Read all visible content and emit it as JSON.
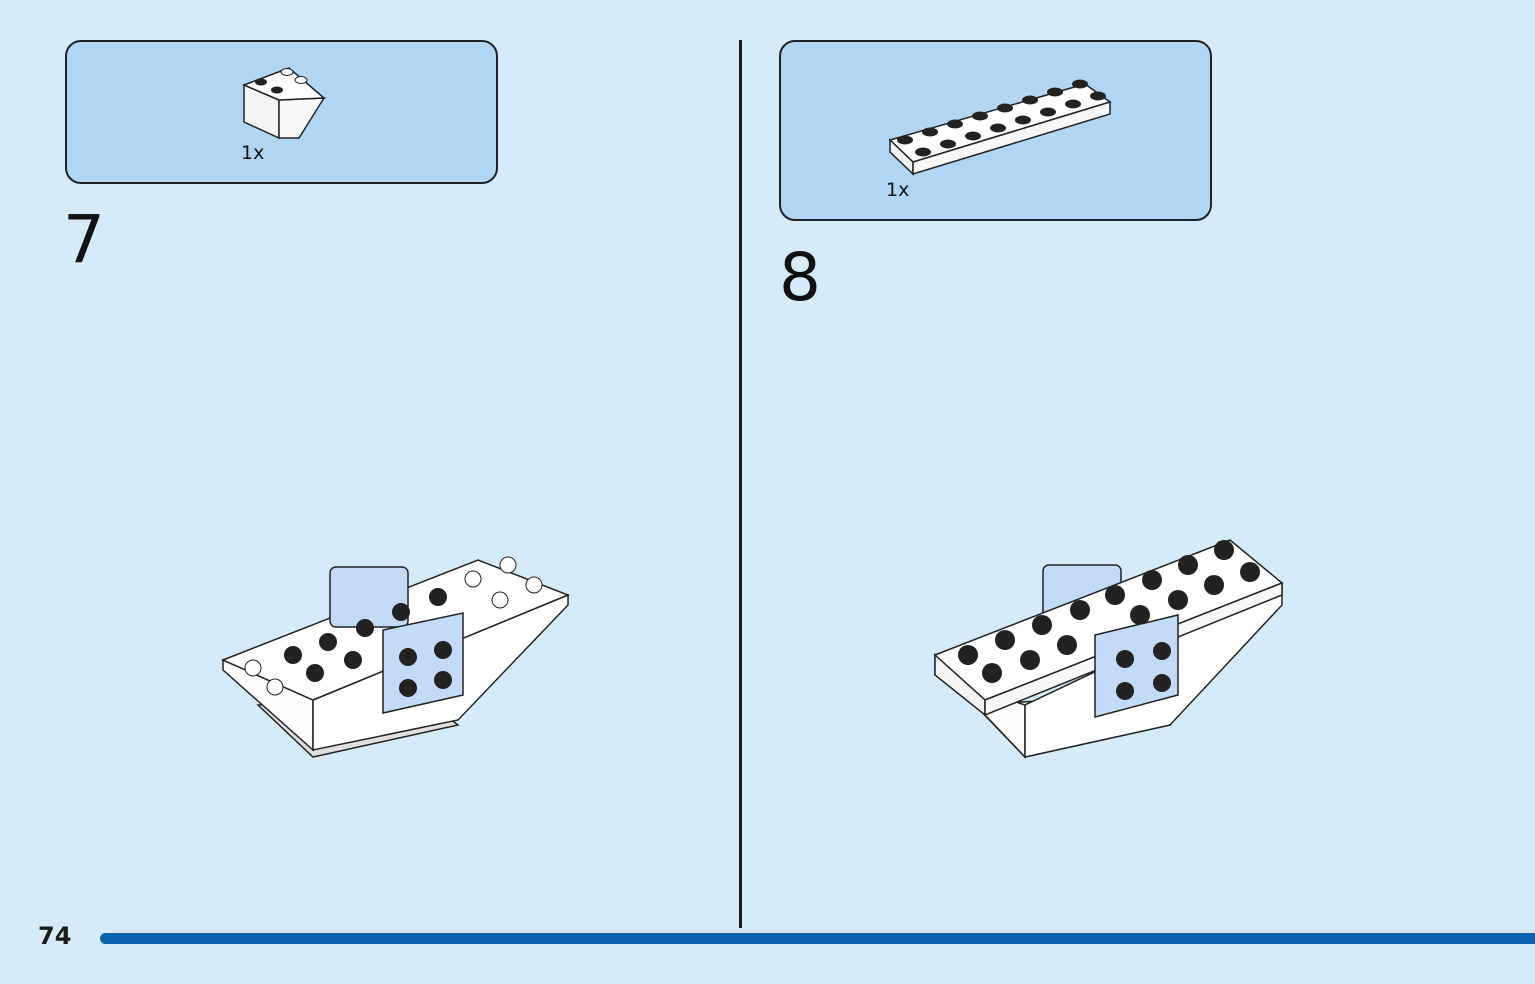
{
  "steps": [
    {
      "number": "7",
      "part_qty": "1x",
      "part_icon": "inverted-slope-brick-icon"
    },
    {
      "number": "8",
      "part_qty": "1x",
      "part_icon": "plate-2x8-icon"
    }
  ],
  "footer": {
    "page_number": "74"
  },
  "colors": {
    "background": "#d5ebfa",
    "parts_box": "#b0d6f3",
    "progress_bar": "#0a63ad",
    "brick_white": "#ffffff",
    "brick_light_blue": "#c4dbf7"
  }
}
